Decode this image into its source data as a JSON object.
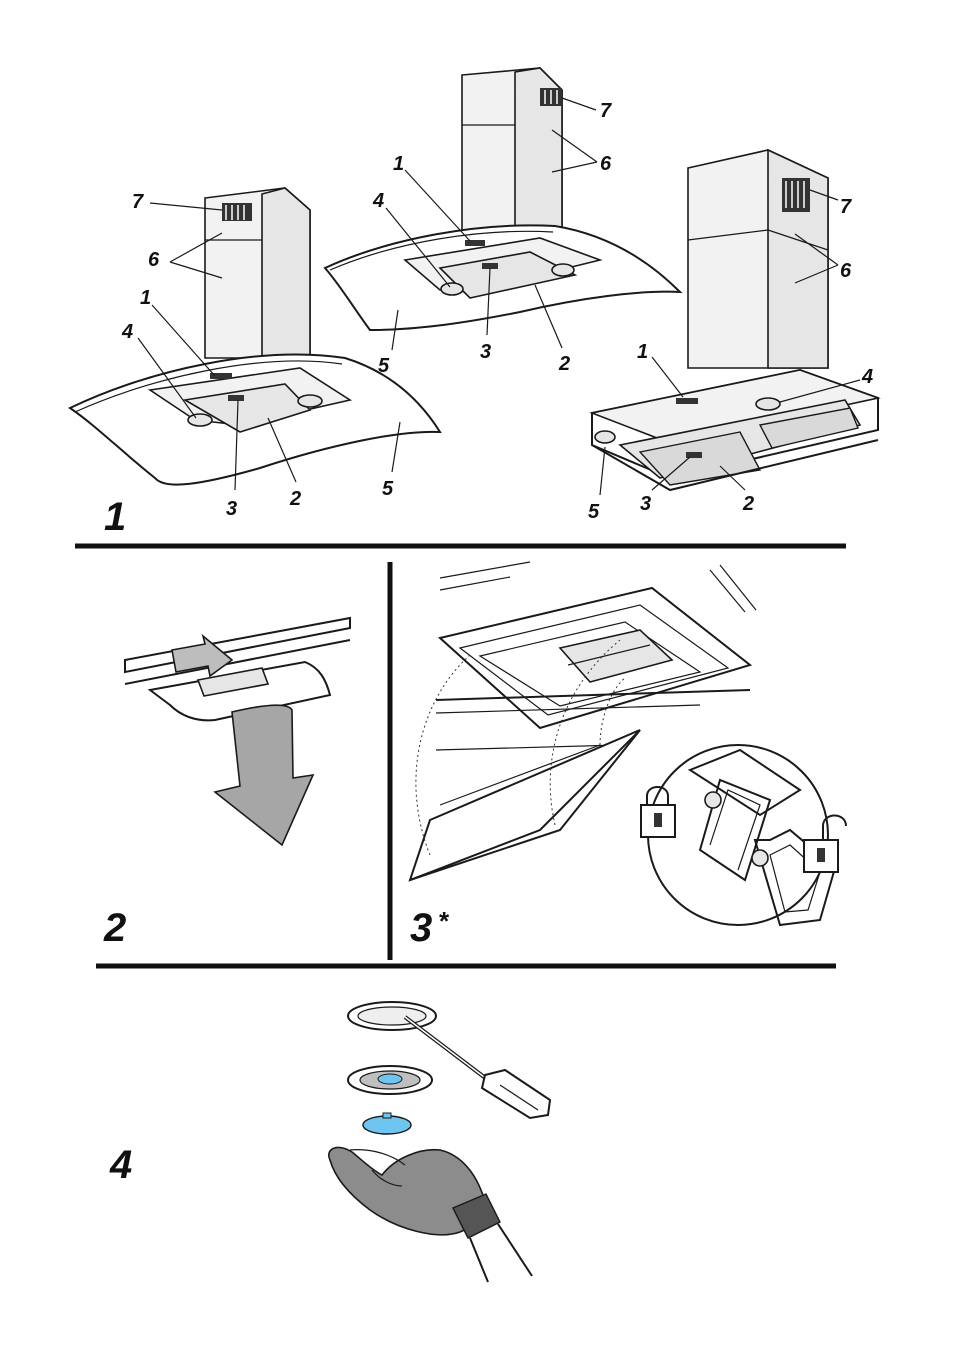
{
  "figure_numbers": {
    "fig1": "1",
    "fig2": "2",
    "fig3": "3",
    "fig3_mark": "*",
    "fig4": "4"
  },
  "hood_left_callouts": {
    "c7": "7",
    "c6": "6",
    "c1": "1",
    "c4": "4",
    "c3": "3",
    "c2": "2",
    "c5": "5"
  },
  "hood_center_callouts": {
    "c7": "7",
    "c6": "6",
    "c1": "1",
    "c4": "4",
    "c5": "5",
    "c3": "3",
    "c2": "2"
  },
  "hood_right_callouts": {
    "c7": "7",
    "c6": "6",
    "c1": "1",
    "c4": "4",
    "c5": "5",
    "c3": "3",
    "c2": "2"
  },
  "colors": {
    "line": "#1a1a1a",
    "arrow": "#a6a6a6",
    "lamp_cover": "#6ec6f0",
    "glove": "#8c8c8c"
  },
  "icons": [
    "hood-island-curved",
    "hood-island-curved-2",
    "hood-chimney-flat",
    "push-arrow",
    "pull-down-arrow",
    "padlock-locked",
    "padlock-unlocked",
    "screwdriver",
    "lamp-bulb",
    "gloved-hand"
  ]
}
